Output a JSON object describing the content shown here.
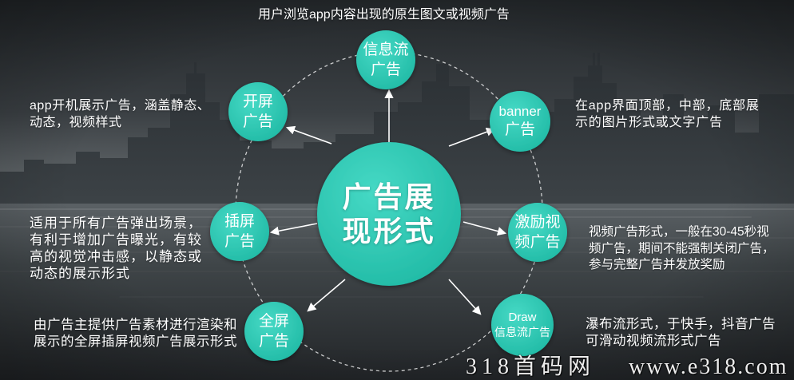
{
  "diagram": {
    "center": {
      "line1": "广告展",
      "line2": "现形式"
    },
    "nodes": [
      {
        "label_line1": "信息流",
        "label_line2": "广告",
        "desc": [
          "用户浏览app内容出现的原生图文或视频广告"
        ]
      },
      {
        "label_line1": "开屏",
        "label_line2": "广告",
        "desc": [
          "app开机展示广告，涵盖静态、",
          "动态，视频样式"
        ]
      },
      {
        "label_line1": "banner",
        "label_line2": "广告",
        "desc": [
          "在app界面顶部，中部，底部展",
          "示的图片形式或文字广告"
        ]
      },
      {
        "label_line1": "插屏",
        "label_line2": "广告",
        "desc": [
          "适用于所有广告弹出场景，",
          "有利于增加广告曝光，有较",
          "高的视觉冲击感，以静态或",
          "动态的展示形式"
        ]
      },
      {
        "label_line1": "激励视",
        "label_line2": "频广告",
        "desc": [
          "视频广告形式，一般在30-45秒视",
          "频广告，期间不能强制关闭广告，",
          "参与完整广告并发放奖励"
        ]
      },
      {
        "label_line1": "全屏",
        "label_line2": "广告",
        "desc": [
          "由广告主提供广告素材进行渲染和",
          "展示的全屏插屏视频广告展示形式"
        ]
      },
      {
        "label_line1": "Draw",
        "label_line2": "信息流广告",
        "desc": [
          "瀑布流形式，于快手，抖音广告",
          "可滑动视频流形式广告"
        ]
      }
    ]
  },
  "watermark": {
    "brand": "318首码网",
    "url": "www.e318.com"
  },
  "colors": {
    "circle_teal_light": "#46d9c5",
    "circle_teal": "#1fb9a4",
    "text": "#ffffff",
    "arrow": "#ffffff"
  }
}
